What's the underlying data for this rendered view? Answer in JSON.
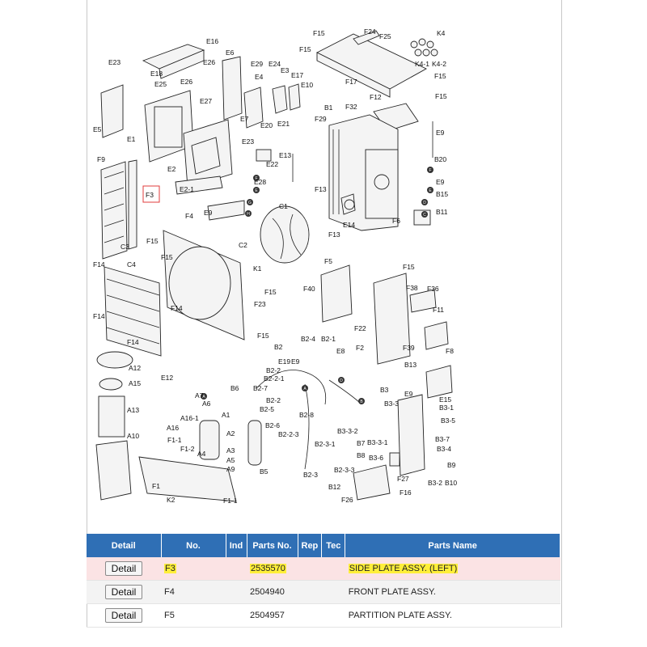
{
  "diagram": {
    "labels": {
      "E16": "E16",
      "E23a": "E23",
      "E6": "E6",
      "E26": "E26",
      "E18": "E18",
      "E25": "E25",
      "E27": "E27",
      "E29": "E29",
      "E24": "E24",
      "E4": "E4",
      "E3": "E3",
      "E17": "E17",
      "E10": "E10",
      "E5": "E5",
      "E1": "E1",
      "E7": "E7",
      "E20": "E20",
      "E21": "E21",
      "E23b": "E23",
      "E13": "E13",
      "E2": "E2",
      "E22": "E22",
      "E28": "E28",
      "E2-1": "E2-1",
      "E9a": "E9",
      "F9": "F9",
      "F3": "F3",
      "F15a": "F15",
      "F15b": "F15",
      "F24": "F24",
      "F25": "F25",
      "K4": "K4",
      "K4-1": "K4-1",
      "K4-2": "K4-2",
      "F15c": "F15",
      "F17": "F17",
      "F15d": "F15",
      "F12": "F12",
      "B1": "B1",
      "F32": "F32",
      "F29": "F29",
      "E9b": "E9",
      "B20": "B20",
      "E9c": "E9",
      "B15": "B15",
      "B11": "B11",
      "F13a": "F13",
      "F6": "F6",
      "F13b": "F13",
      "E14": "E14",
      "C1": "C1",
      "F4": "F4",
      "C3": "C3",
      "F15e": "F15",
      "F15f": "F15",
      "C2": "C2",
      "K1": "K1",
      "F14a": "F14",
      "C4": "C4",
      "F15g": "F15",
      "F23": "F23",
      "F14b": "F14",
      "F14c": "F14",
      "F15h": "F15",
      "F5": "F5",
      "F40": "F40",
      "F15i": "F15",
      "F38": "F38",
      "F36": "F36",
      "F11": "F11",
      "F22": "F22",
      "F2": "F2",
      "F39": "F39",
      "F8": "F8",
      "F14d": "F14",
      "A12": "A12",
      "A15": "A15",
      "E12": "E12",
      "B2": "B2",
      "B2-4": "B2-4",
      "B2-1": "B2-1",
      "E19": "E19",
      "E9d": "E9",
      "E8": "E8",
      "B2-2a": "B2-2",
      "B2-2-1": "B2-2-1",
      "B13": "B13",
      "B2-7": "B2-7",
      "B6": "B6",
      "B3": "B3",
      "A7": "A7",
      "A6": "A6",
      "B2-2b": "B2-2",
      "B2-5": "B2-5",
      "B2-8": "B2-8",
      "A13": "A13",
      "E9e": "E9",
      "E15": "E15",
      "B3-3": "B3-3",
      "B3-1": "B3-1",
      "B3-5": "B3-5",
      "A1": "A1",
      "A16-1": "A16-1",
      "B2-6": "B2-6",
      "A16": "A16",
      "B2-2-3": "B2-2-3",
      "B3-3-2": "B3-3-2",
      "A10": "A10",
      "A2": "A2",
      "B2-3-1": "B2-3-1",
      "B7": "B7",
      "B3-3-1": "B3-3-1",
      "B3-7": "B3-7",
      "F1-1a": "F1-1",
      "F1-2": "F1-2",
      "A4": "A4",
      "A3": "A3",
      "A5": "A5",
      "A9": "A9",
      "B3-6": "B3-6",
      "B8": "B8",
      "B3-4": "B3-4",
      "B5": "B5",
      "B2-3-3": "B2-3-3",
      "B2-3": "B2-3",
      "B9": "B9",
      "F27": "F27",
      "B3-2": "B3-2",
      "B10": "B10",
      "F1": "F1",
      "B12": "B12",
      "F16": "F16",
      "K2": "K2",
      "F1-1b": "F1-1",
      "F26": "F26"
    },
    "markers": {
      "A": "A",
      "B": "B",
      "C": "C",
      "D": "D",
      "E": "E",
      "F": "F",
      "G": "G",
      "H": "H"
    }
  },
  "table": {
    "headers": {
      "detail": "Detail",
      "no": "No.",
      "ind": "Ind",
      "parts_no": "Parts No.",
      "rep": "Rep",
      "tec": "Tec",
      "parts_name": "Parts Name"
    },
    "rows": [
      {
        "detail_label": "Detail",
        "no": "F3",
        "parts_no": "2535570",
        "parts_name": "SIDE PLATE ASSY. (LEFT)",
        "selected": true
      },
      {
        "detail_label": "Detail",
        "no": "F4",
        "parts_no": "2504940",
        "parts_name": "FRONT PLATE ASSY.",
        "selected": false
      },
      {
        "detail_label": "Detail",
        "no": "F5",
        "parts_no": "2504957",
        "parts_name": "PARTITION PLATE ASSY.",
        "selected": false
      }
    ]
  },
  "colors": {
    "header_bg": "#2f6fb5",
    "selected_row_bg": "#fbe3e4",
    "highlight": "#ffef3a",
    "callout_box": "#e03c3c"
  }
}
